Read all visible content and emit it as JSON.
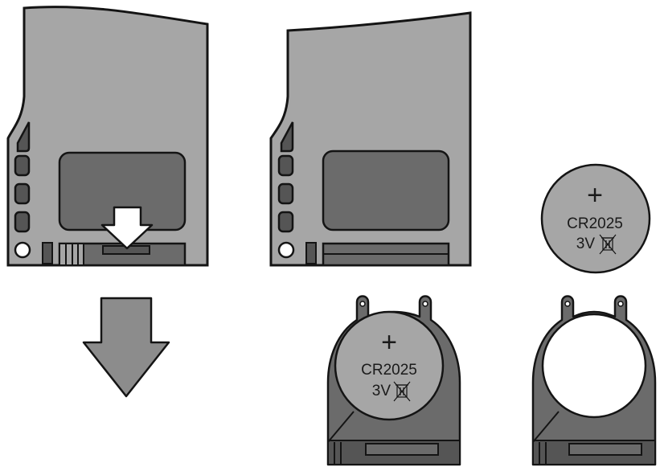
{
  "colors": {
    "panel_fill": "#a6a6a6",
    "dark_fill": "#6b6b6b",
    "darker_fill": "#555555",
    "outline": "#141414",
    "battery_fill": "#a6a6a6",
    "holder_fill": "#6b6b6b",
    "white": "#ffffff"
  },
  "battery_loose": {
    "polarity": "+",
    "model": "CR2025",
    "voltage": "3V",
    "disposal_icon": "crossed-out-bin-icon"
  },
  "battery_in_holder": {
    "polarity": "+",
    "model": "CR2025",
    "voltage": "3V",
    "disposal_icon": "crossed-out-bin-icon"
  },
  "steps": {
    "remove_arrow_icon": "down-arrow-icon",
    "insert_arrow_icon": "big-down-arrow-icon"
  }
}
